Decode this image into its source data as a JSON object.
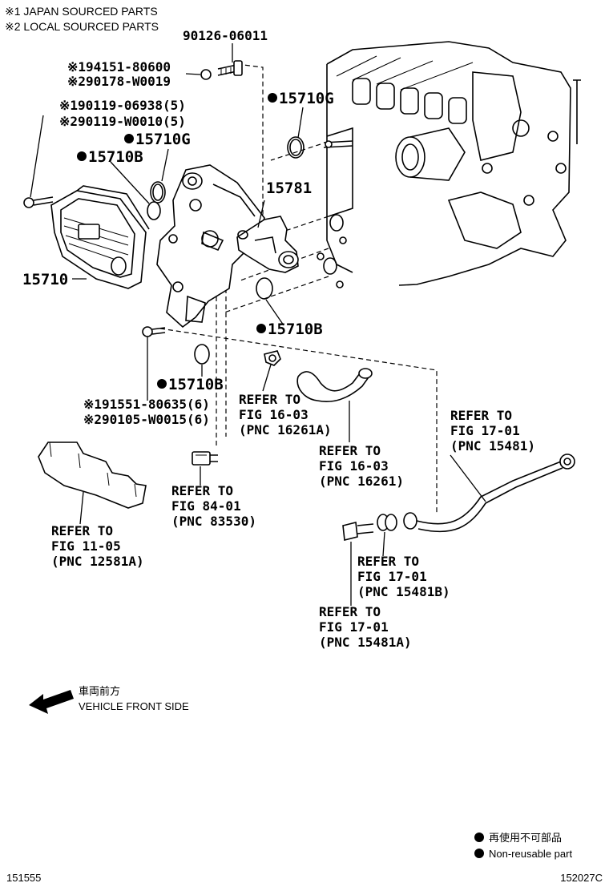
{
  "header": {
    "note1": "※1 JAPAN SOURCED PARTS",
    "note2": "※2 LOCAL SOURCED PARTS"
  },
  "callouts": {
    "bolt_top": "90126-06011",
    "plug_j": "※194151-80600",
    "plug_l": "※290178-W0019",
    "bolt_cover_j": "※190119-06938(5)",
    "bolt_cover_l": "※290119-W0010(5)",
    "oring_g_right": "15710G",
    "oring_g_left": "15710G",
    "oring_b_left": "15710B",
    "housing": "15781",
    "cooler": "15710",
    "oring_b_mid": "15710B",
    "oring_b_low": "15710B",
    "bolt_low_j": "※191551-80635(6)",
    "bolt_low_l": "※290105-W0015(6)"
  },
  "refer_blocks": [
    {
      "l1": "REFER TO",
      "l2": "FIG 16-03",
      "l3": "(PNC 16261A)"
    },
    {
      "l1": "REFER TO",
      "l2": "FIG 16-03",
      "l3": "(PNC 16261)"
    },
    {
      "l1": "REFER TO",
      "l2": "FIG 17-01",
      "l3": "(PNC 15481)"
    },
    {
      "l1": "REFER TO",
      "l2": "FIG 11-05",
      "l3": "(PNC 12581A)"
    },
    {
      "l1": "REFER TO",
      "l2": "FIG 84-01",
      "l3": "(PNC 83530)"
    },
    {
      "l1": "REFER TO",
      "l2": "FIG 17-01",
      "l3": "(PNC 15481B)"
    },
    {
      "l1": "REFER TO",
      "l2": "FIG 17-01",
      "l3": "(PNC 15481A)"
    }
  ],
  "direction": {
    "jp": "車両前方",
    "en": "VEHICLE FRONT SIDE"
  },
  "legend": {
    "jp": "再使用不可部品",
    "en": "Non-reusable part"
  },
  "footer": {
    "left": "151555",
    "right": "152027C"
  }
}
